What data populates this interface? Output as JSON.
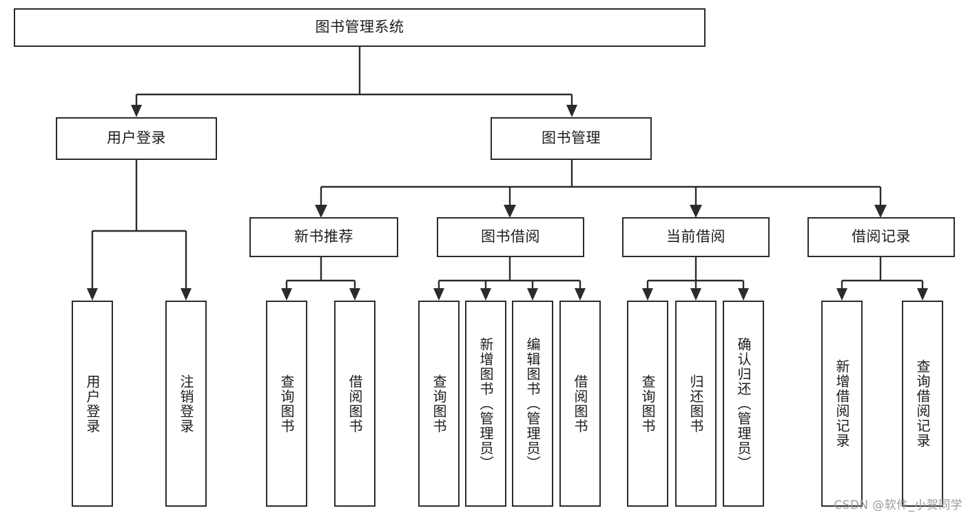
{
  "diagram": {
    "type": "tree",
    "title": "图书管理系统",
    "watermark": "CSDN @软件_小贺同学",
    "colors": {
      "box_border": "#2b2b2b",
      "box_fill": "#ffffff",
      "text": "#1c1c1c",
      "connector": "#2b2b2b",
      "watermark": "#9a9a9a"
    },
    "root": {
      "label": "图书管理系统"
    },
    "level2": [
      {
        "label": "用户登录"
      },
      {
        "label": "图书管理"
      }
    ],
    "level3": [
      {
        "label": "新书推荐"
      },
      {
        "label": "图书借阅"
      },
      {
        "label": "当前借阅"
      },
      {
        "label": "借阅记录"
      }
    ],
    "leaves": {
      "user_login": [
        {
          "label": "用户登录"
        },
        {
          "label": "注销登录"
        }
      ],
      "new_book_recommend": [
        {
          "label": "查询图书"
        },
        {
          "label": "借阅图书"
        }
      ],
      "book_borrow": [
        {
          "label": "查询图书"
        },
        {
          "label": "新增图书（管理员）"
        },
        {
          "label": "编辑图书（管理员）"
        },
        {
          "label": "借阅图书"
        }
      ],
      "current_borrow": [
        {
          "label": "查询图书"
        },
        {
          "label": "归还图书"
        },
        {
          "label": "确认归还（管理员）"
        }
      ],
      "borrow_record": [
        {
          "label": "新增借阅记录"
        },
        {
          "label": "查询借阅记录"
        }
      ]
    }
  }
}
